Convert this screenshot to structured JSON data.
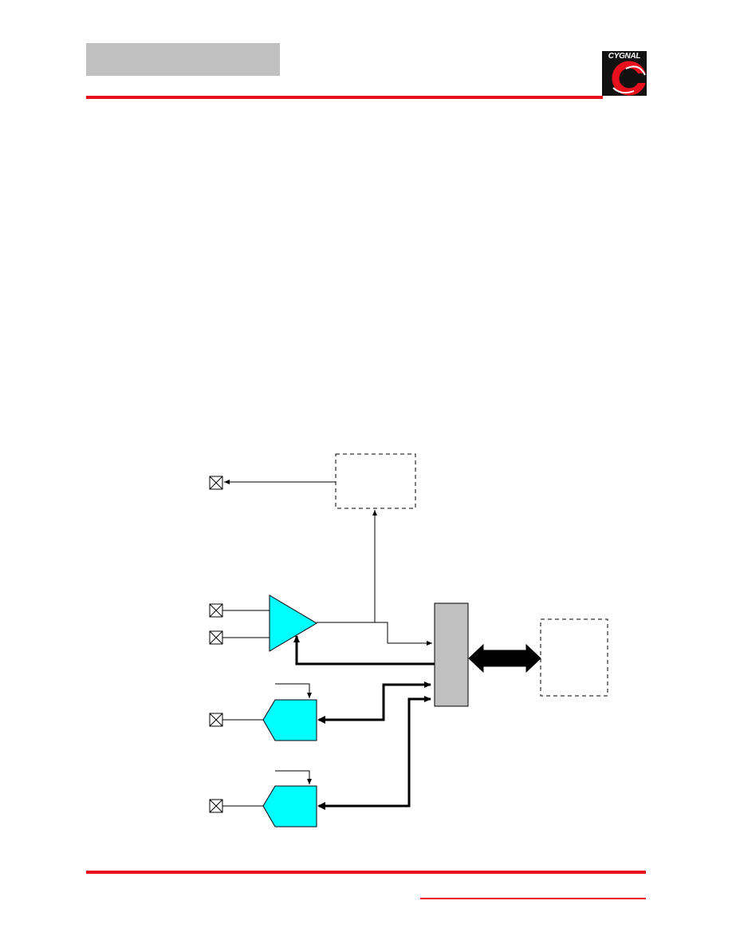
{
  "header": {
    "logo_text": "CYGNAL",
    "colors": {
      "rule": "#e8101c",
      "title_box": "#c0c0c0",
      "logo_dark": "#111111",
      "logo_red": "#e8101c"
    }
  },
  "diagram": {
    "colors": {
      "analog_block_fill": "#00ffff",
      "bus_block_fill": "#c0c0c0",
      "line": "#000000"
    },
    "icons": [
      "pin-icon",
      "comparator-triangle",
      "converter-block",
      "bus-block",
      "bidirectional-bus-arrow",
      "dashed-block"
    ]
  }
}
